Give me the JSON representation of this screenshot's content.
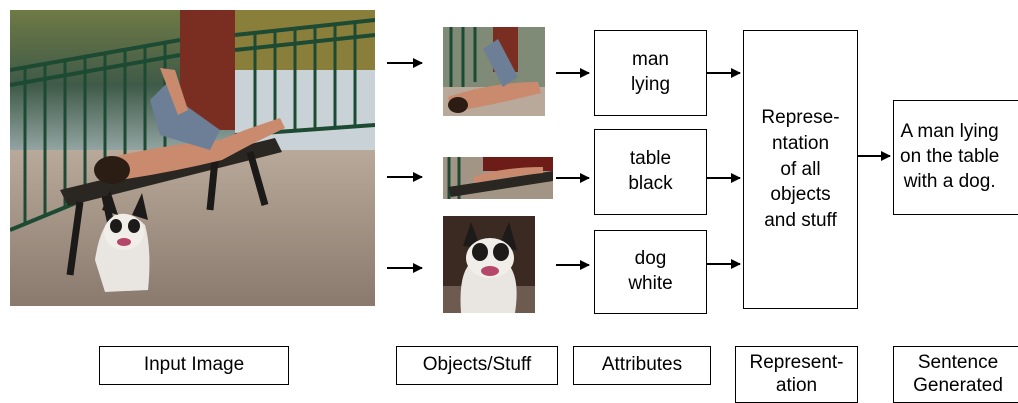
{
  "figure": {
    "stage_labels": {
      "input": "Input Image",
      "objects": "Objects/Stuff",
      "attributes": "Attributes",
      "representation": "Represent-\nation",
      "sentence": "Sentence\nGenerated"
    },
    "attribute_boxes": [
      {
        "text": "man\nlying"
      },
      {
        "text": "table\nblack"
      },
      {
        "text": "dog\nwhite"
      }
    ],
    "representation_box": "Represe-\nntation\nof all\nobjects\nand stuff",
    "sentence_box": "A man lying\non the table\nwith a dog."
  }
}
